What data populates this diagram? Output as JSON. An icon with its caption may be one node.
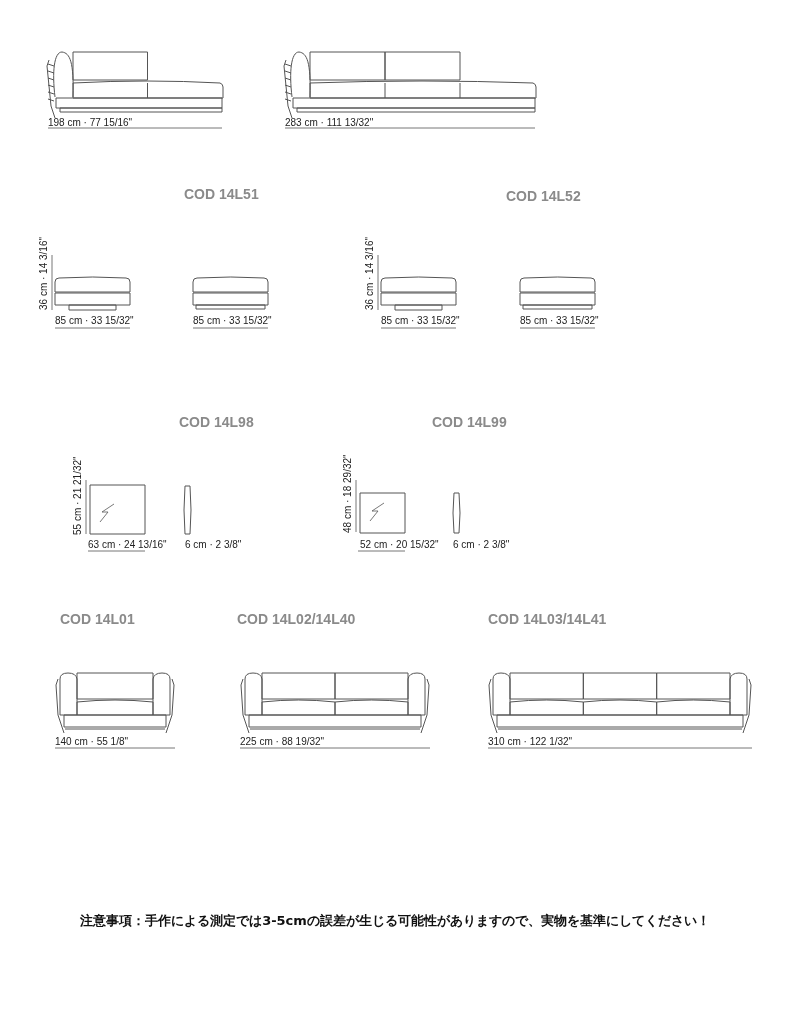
{
  "diagram": {
    "labels": [
      "198 cm · 77 15/16\"",
      "283 cm · 111 13/32\"",
      "COD 14L51",
      "COD 14L52",
      "36 cm · 14 3/16\"",
      "85 cm · 33 15/32\"",
      "85 cm · 33 15/32\"",
      "36 cm · 14 3/16\"",
      "85 cm · 33 15/32\"",
      "85 cm · 33 15/32\"",
      "COD 14L98",
      "COD 14L99",
      "55 cm · 21 21/32\"",
      "63 cm · 24 13/16\"",
      "6 cm · 2 3/8\"",
      "48 cm · 18 29/32\"",
      "52 cm · 20 15/32\"",
      "6 cm · 2 3/8\"",
      "COD 14L01",
      "COD 14L02/14L40",
      "COD 14L03/14L41",
      "140 cm · 55 1/8\"",
      "225 cm · 88 19/32\"",
      "310 cm · 122 1/32\"",
      "注意事項：手作による測定では3-5cmの誤差が生じる可能性がありますので、実物を基準にしてください！"
    ]
  }
}
